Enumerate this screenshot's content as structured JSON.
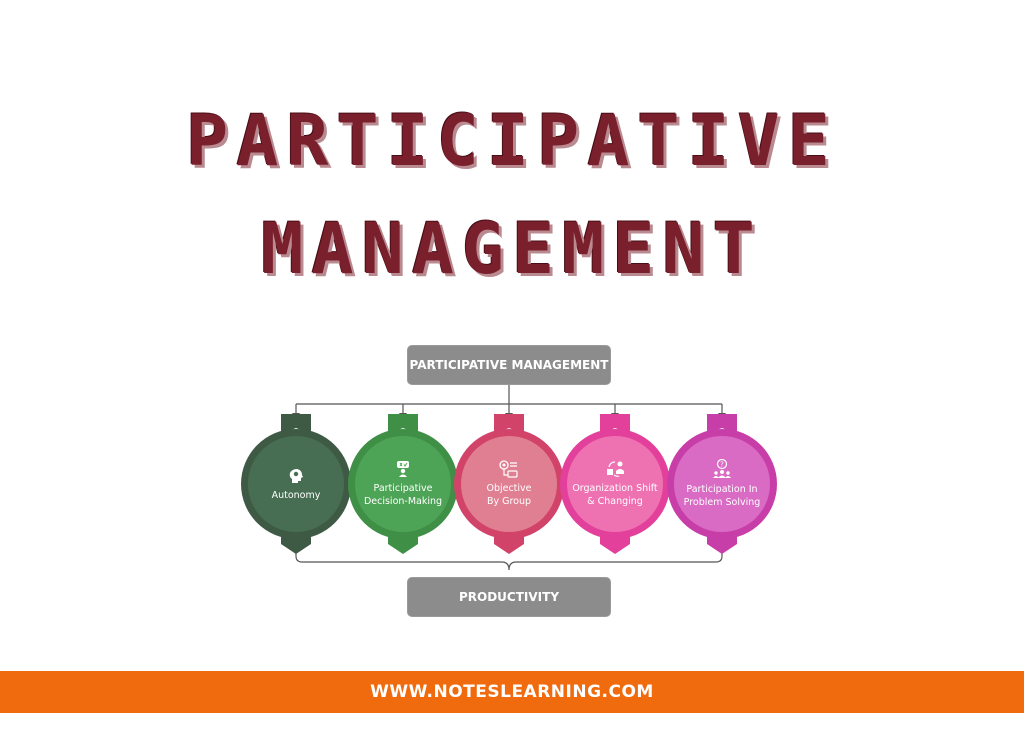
{
  "title": {
    "line1": "PARTICIPATIVE",
    "line2": "MANAGEMENT"
  },
  "diagram": {
    "top_label": "PARTICIPATIVE MANAGEMENT",
    "bottom_label": "PRODUCTIVITY",
    "nodes": [
      {
        "line1": "Autonomy",
        "line2": "",
        "icon": "head-gears-icon",
        "ring": "#3e5a45",
        "core": "#476e52"
      },
      {
        "line1": "Participative",
        "line2": "Decision-Making",
        "icon": "decision-person-icon",
        "ring": "#3f8f47",
        "core": "#4ea456"
      },
      {
        "line1": "Objective",
        "line2": "By Group",
        "icon": "target-checklist-icon",
        "ring": "#d2436a",
        "core": "#e07f92"
      },
      {
        "line1": "Organization Shift",
        "line2": "& Changing",
        "icon": "org-change-icon",
        "ring": "#e2409a",
        "core": "#ee72b2"
      },
      {
        "line1": "Participation In",
        "line2": "Problem Solving",
        "icon": "group-question-icon",
        "ring": "#c83ea8",
        "core": "#d96bc4"
      }
    ]
  },
  "footer": {
    "url": "WWW.NOTESLEARNING.COM"
  },
  "colors": {
    "title": "#7a1f2c",
    "box": "#8c8c8c",
    "footer": "#f06a0e"
  }
}
